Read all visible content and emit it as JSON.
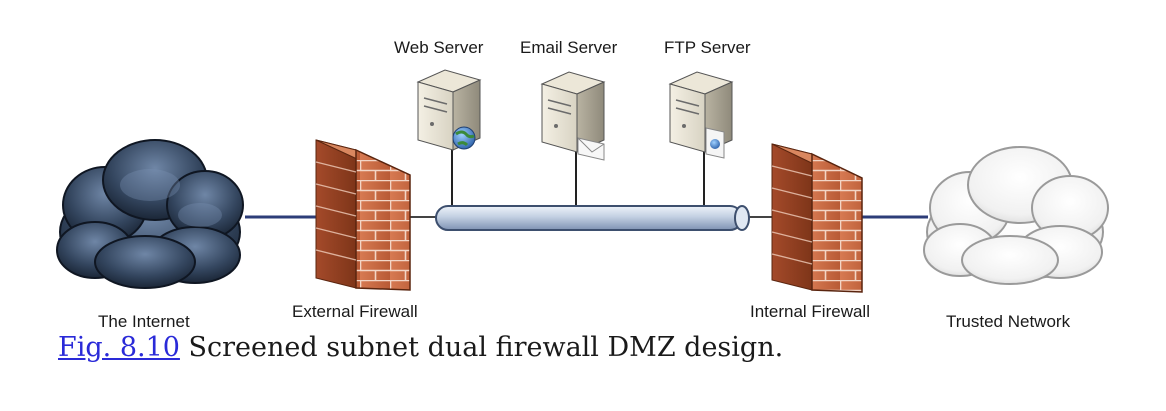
{
  "nodes": {
    "internet": "The Internet",
    "external_firewall": "External Firewall",
    "web_server": "Web Server",
    "email_server": "Email Server",
    "ftp_server": "FTP Server",
    "internal_firewall": "Internal Firewall",
    "trusted_network": "Trusted Network"
  },
  "caption": {
    "link": "Fig. 8.10",
    "text": "Screened subnet dual firewall DMZ design."
  },
  "colors": {
    "link": "#2a2ad8",
    "brick": "#c8663f",
    "pipe": "#b9c8dc",
    "dark_cloud": "#2c3e55"
  }
}
